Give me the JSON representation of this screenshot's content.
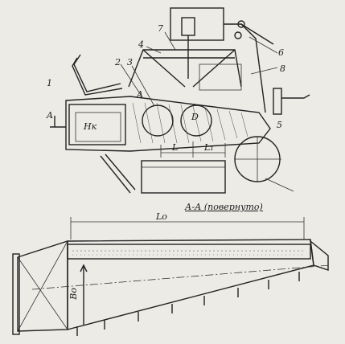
{
  "labels": {
    "n1": "1",
    "n2": "2",
    "n3": "3",
    "n4": "4",
    "n5": "5",
    "n6": "6",
    "n7": "7",
    "n8": "8",
    "A_left": "A",
    "A_inner": "A",
    "Hk": "Hк",
    "D": "D",
    "L": "L",
    "L1": "L₁",
    "section": "А-А (повернуто)",
    "Lo": "Lо",
    "Bo": "Вo"
  }
}
